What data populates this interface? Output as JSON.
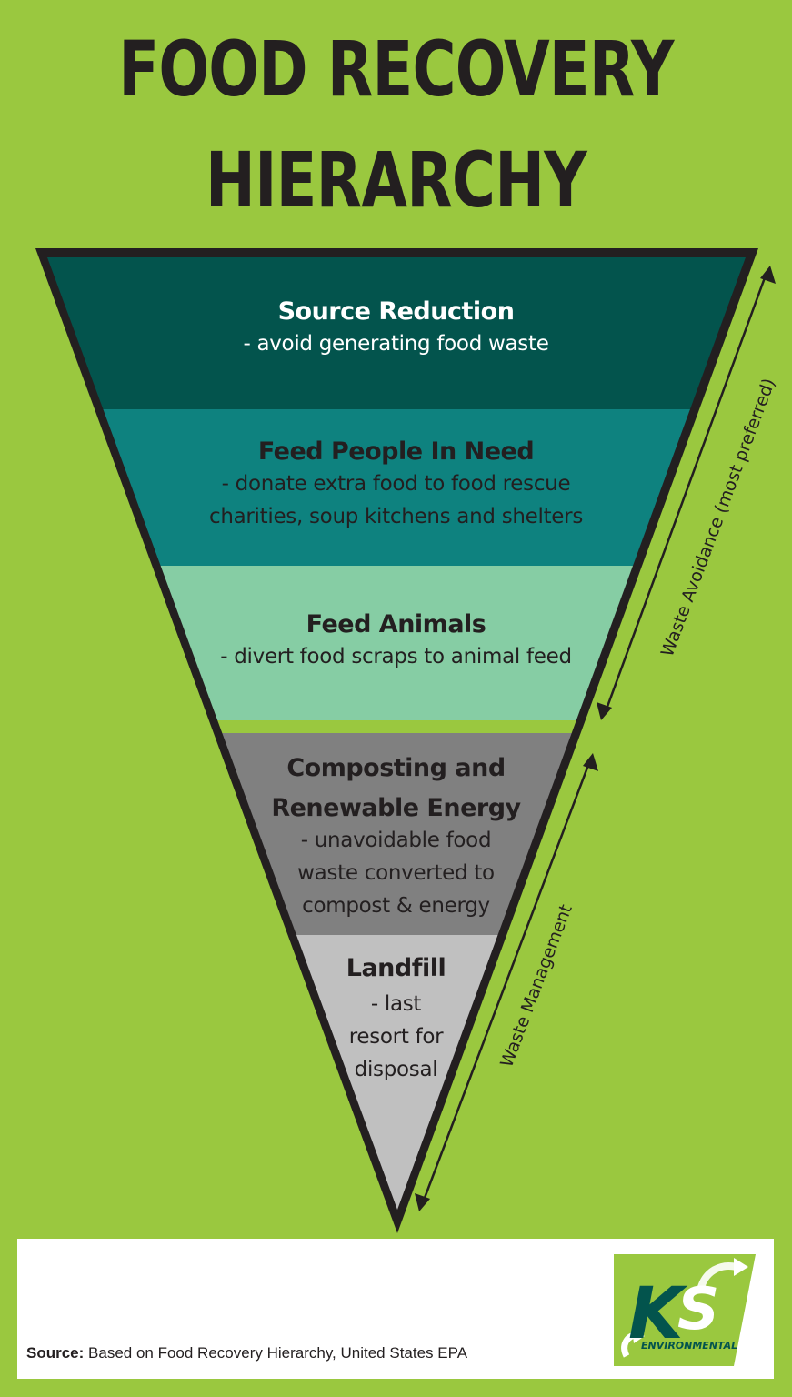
{
  "title": {
    "line1": "FOOD RECOVERY",
    "line2": "HIERARCHY"
  },
  "colors": {
    "background": "#9ac83f",
    "outline": "#231f20",
    "source_reduction": "#03544d",
    "feed_people": "#0e827f",
    "feed_animals": "#86cda4",
    "composting": "#808080",
    "landfill": "#c0c0c0",
    "footer": "#ffffff",
    "logo_green": "#9ac83f",
    "logo_dark": "#03544d"
  },
  "levels": [
    {
      "title": "Source Reduction",
      "description": [
        "- avoid generating food waste"
      ]
    },
    {
      "title": "Feed People In Need",
      "description": [
        "- donate extra food to food rescue",
        "charities, soup kitchens and shelters"
      ]
    },
    {
      "title": "Feed Animals",
      "description": [
        "- divert food scraps to animal feed"
      ]
    },
    {
      "title_lines": [
        "Composting and",
        "Renewable Energy"
      ],
      "description": [
        "- unavoidable food",
        "waste converted to",
        "compost & energy"
      ]
    },
    {
      "title": "Landfill",
      "description": [
        "- last",
        "resort for",
        "disposal"
      ]
    }
  ],
  "arrows": {
    "waste_avoidance": "Waste Avoidance (most preferred)",
    "waste_management": "Waste Management"
  },
  "footer": {
    "source_label": "Source:",
    "source_text": " Based on Food Recovery Hierarchy, United States EPA",
    "logo": {
      "letters": "KS",
      "subtitle": "ENVIRONMENTAL"
    }
  }
}
